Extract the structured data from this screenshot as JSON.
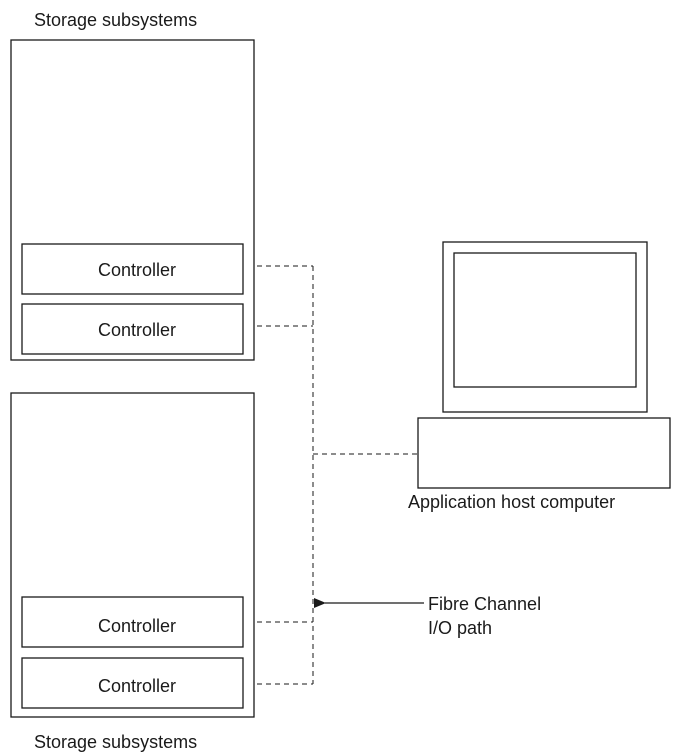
{
  "diagram": {
    "top_subsystem_label": "Storage subsystems",
    "bottom_subsystem_label": "Storage subsystems",
    "controllers": {
      "top_1": "Controller",
      "top_2": "Controller",
      "bottom_1": "Controller",
      "bottom_2": "Controller"
    },
    "host_label": "Application host computer",
    "path_label_line1": "Fibre Channel",
    "path_label_line2": "I/O path"
  }
}
